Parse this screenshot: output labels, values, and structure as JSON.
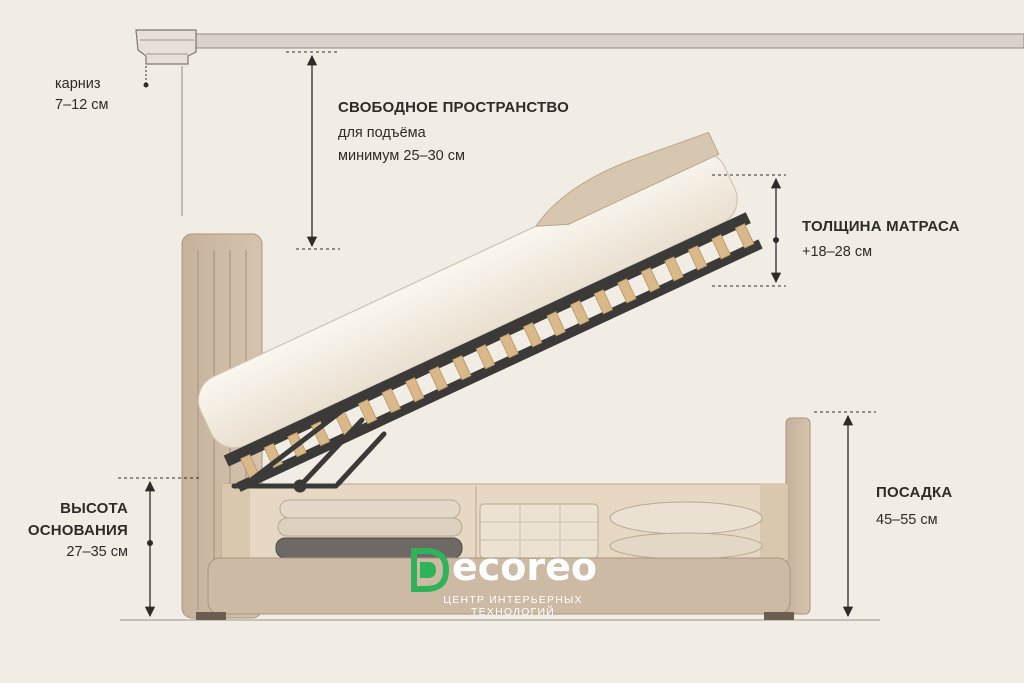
{
  "labels": {
    "cornice": {
      "title": "карниз",
      "value": "7–12 см"
    },
    "free_space": {
      "title": "СВОБОДНОЕ ПРОСТРАНСТВО",
      "line1": "для подъёма",
      "line2": "минимум 25–30 см"
    },
    "mattress": {
      "title": "ТОЛЩИНА МАТРАСА",
      "value": "+18–28 см"
    },
    "base": {
      "title1": "ВЫСОТА",
      "title2": "ОСНОВАНИЯ",
      "value": "27–35 см"
    },
    "seat": {
      "title": "ПОСАДКА",
      "value": "45–55 см"
    }
  },
  "logo": {
    "word": "ecoreo",
    "tagline": "ЦЕНТР ИНТЕРЬЕРНЫХ ТЕХНОЛОГИЙ",
    "brand_color": "#2fb35a"
  },
  "colors": {
    "upholstery": "#cbb8a2",
    "upholstery_dark": "#b3a08a",
    "frame": "#3b3a38",
    "slat": "#d9b98a",
    "mattress": "#f3ede1",
    "dimension": "#2e2b28",
    "background": "#f1ece4"
  },
  "icons": [
    "dimension-arrow-icon",
    "cornice-molding-icon"
  ]
}
